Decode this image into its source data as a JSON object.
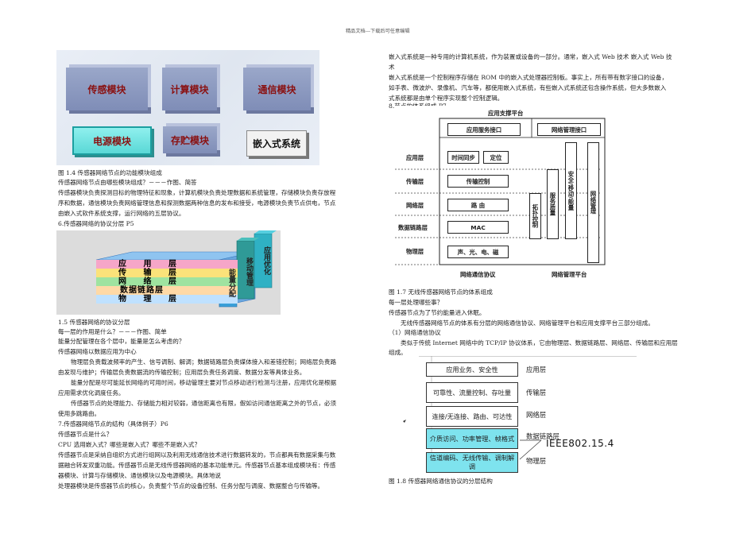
{
  "header_note": "精品文档---下载后可任意编辑",
  "fig14": {
    "boxes": [
      "传感模块",
      "计算模块",
      "通信模块",
      "电源模块",
      "存贮模块",
      "嵌入式系统"
    ]
  },
  "fig15": {
    "layers": [
      "应 用 层",
      "传 输 层",
      "网 络 层",
      "数据链路层",
      "物 理 层"
    ],
    "side1": "能量分配",
    "side2": "移动管理",
    "side3": "应用优化"
  },
  "fig17": {
    "top_title": "应用支撑平台",
    "svc_if": "应用服务接口",
    "mgmt_if": "网络管理接口",
    "layers": [
      "应用层",
      "传输层",
      "网络层",
      "数据链路层",
      "物理层"
    ],
    "time_sync": "时间同步",
    "locate": "定位",
    "transport_ctrl": "传输控制",
    "route": "路 由",
    "mac": "MAC",
    "phy": "声、光、电、磁",
    "v_topo": "拓扑控制",
    "v_qos": "服务质量",
    "v_sec": "安全/移动/能量",
    "v_mgmt": "网络管理",
    "bottom_left": "网络通信协议",
    "bottom_right": "网络管理平台"
  },
  "fig18": {
    "boxes": [
      "应用业务、安全性",
      "可靠性、流量控制、存吐量",
      "连接/无连接、路由、可达性",
      "介质访问、功率管理、帧格式",
      "信道编码、无线传输、调制解调"
    ],
    "labels": [
      "应用层",
      "传输层",
      "网络层",
      "数据链路层",
      "物理层"
    ],
    "standard": "IEEE802.15.4"
  },
  "left_text": {
    "cap14": "图 1.4  传感器网络节点的功能模块组成",
    "l1": "传感器网络节点由哪些模块组成？－－－作图、简答",
    "l2": "传感器模块负责探测目标的物理特征和现象，计算机模块负责处理数据和系统管理，存储模块负责存放程",
    "l3": "序和数据，通信模块负责网络管理信息和探测数据两种信息的发布和接受，电源模块负责节点供电，节点",
    "l4": "由嵌入式软件系统支撑，运行网络的五层协议。",
    "l5": "6.传感器网络的协议分层  P5",
    "cap15": "1.5  传感器网络的协议分层",
    "l6": "每一层的作用是什么？－－－作图、简单",
    "l7": "能量分配管理在各个层中，能量是怎么考虑的？",
    "l8": "传感器网络以数据应用为中心",
    "l9": "物理层负责载波频率的产生、信号调制、解调；数据链路层负责媒体接入和差错控制；网络层负责路",
    "l10": "由发现与维护；传输层负责数据流的传输控制；应用层负责任务调度、数据分发等具体业务。",
    "l11": "能量分配是尽可能延长网络的可用时间，移动管理主要对节点移动进行检测与注册，应用优化是根据",
    "l12": "应用需求优化调度任务。",
    "l13": "传感器节点的处理能力、存储能力相对较弱，通信距离也有限，假如访问通信距离之外的节点，必须",
    "l14": "使用多跳路由。",
    "l15": "7.传感器网络节点的结构（具体例子）P6",
    "l16": "传感器节点是什么？",
    "l17": "CPU 选用嵌入式？哪些是嵌入式？哪些不是嵌入式？",
    "l18": "传感器节点是采纳自组织方式进行组网以及利用无线通信技术进行数据转发的，节点都具有数据采集与数",
    "l19": "据融合转发双重功能。传感器节点是无线传感器网络的基本功能单元。传感器节点基本组成模块有：传感",
    "l20": "器模块、计算与存储模块、通信模块以及电源模块。具体地说",
    "l21": "处理器模块是传感器节点的核心，负责整个节点的设备控制、任务分配与调度、数据整合与传输等。"
  },
  "right_text": {
    "r1": "嵌入式系统是一种专用的计算机系统，作为装置或设备的一部分。通常，嵌入式 Web 技术    嵌入式 Web 技",
    "r2": "术",
    "r3": "嵌入式系统是一个控制程序存储在 ROM 中的嵌入式处理器控制板。事实上，所有带有数字接口的设备，",
    "r4": "如手表、微波炉、录像机、汽车等，都使用嵌入式系统，有些嵌入式系统还包含操作系统，但大多数嵌入",
    "r5": "式系统都是由单个程序实现整个控制逻辑。",
    "r6": "8.节点的体系组成 P7",
    "cap17": "图 1.7  无线传感器网络节点的体系组成",
    "r7": "每一层处理哪些事？",
    "r8": "传感器节点为了节约能量进入休眠。",
    "r9": "无线传感器网络节点的体系有分层的网络通信协议、网络管理平台和应用支撑平台三部分组成。",
    "r10": "（1）网络通信协议",
    "r11": "类似于传统 Internet 网络中的 TCP/IP 协议体系，它由物理层、数据链路层、网络层、传输层和应用层",
    "r12": "组成。",
    "cap18": "图 1.8  传感器网络通信协议的分层结构"
  }
}
